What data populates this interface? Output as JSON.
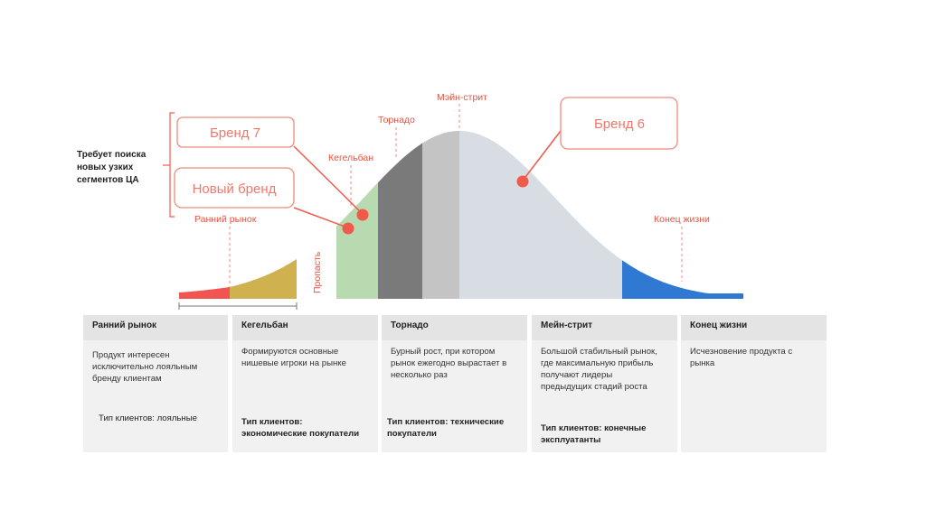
{
  "labels": {
    "early_market": "Ранний рынок",
    "chasm": "Пропасть",
    "bowling_alley": "Кегельбан",
    "tornado": "Торнадо",
    "main_street": "Мэйн-стрит",
    "end_of_life": "Конец жизни"
  },
  "brands": {
    "brand7": "Бренд 7",
    "new_brand": "Новый бренд",
    "brand6": "Бренд 6"
  },
  "requirement": [
    "Требует поиска",
    "новых узких",
    "сегментов ЦА"
  ],
  "colors": {
    "early_red": "#f25450",
    "early_gold": "#d0b14f",
    "bowling_green": "#b8dab0",
    "tornado_dark": "#7a7a7a",
    "tornado_mid": "#c4c4c4",
    "main_street": "#d7dde3",
    "end_of_life": "#2f79d3",
    "accent": "#f05a4a"
  },
  "table": [
    {
      "title": "Ранний рынок",
      "desc": [
        "Продукт интересен",
        "исключительно лояльным",
        "бренду клиентам"
      ],
      "type": [
        "Тип клиентов: лояльные"
      ],
      "type_bold": false
    },
    {
      "title": "Кегельбан",
      "desc": [
        "Формируются основные",
        "нишевые игроки на рынке"
      ],
      "type": [
        "Тип клиентов:",
        "экономические покупатели"
      ],
      "type_bold": true
    },
    {
      "title": "Торнадо",
      "desc": [
        "Бурный рост, при котором",
        "рынок ежегодно вырастает в",
        "несколько раз"
      ],
      "type": [
        "Тип клиентов: технические",
        "покупатели"
      ],
      "type_bold": true
    },
    {
      "title": "Мейн-стрит",
      "desc": [
        "Большой стабильный рынок,",
        "где максимальную прибыль",
        "получают лидеры",
        "предыдущих стадий роста"
      ],
      "type": [
        "Тип клиентов: конечные",
        "эксплуатанты"
      ],
      "type_bold": true
    },
    {
      "title": "Конец жизни",
      "desc": [
        "Исчезновение продукта с",
        "рынка"
      ],
      "type": [],
      "type_bold": false
    }
  ]
}
